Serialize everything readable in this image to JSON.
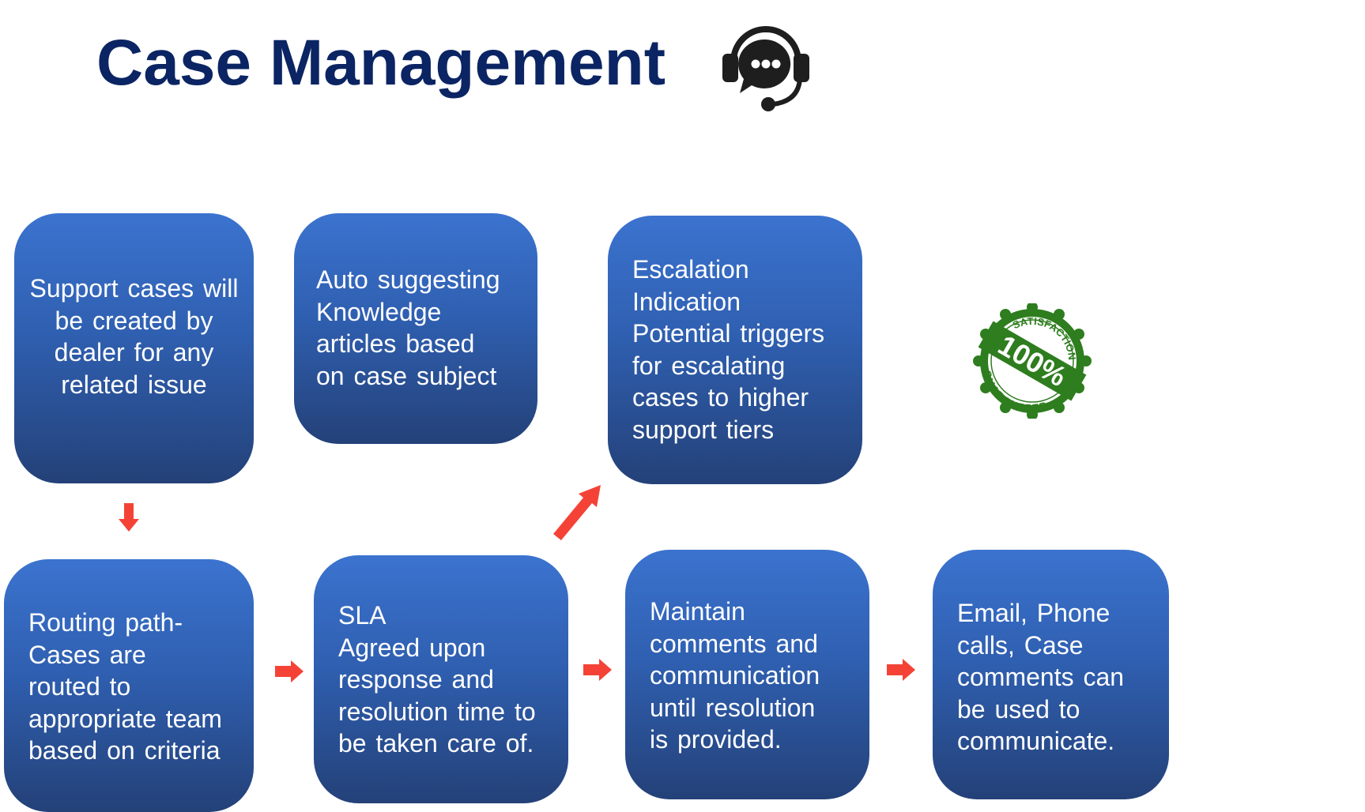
{
  "title": "Case Management",
  "icons": {
    "headset": "customer-support-headset-icon",
    "badge": "satisfaction-guaranteed-badge"
  },
  "badge": {
    "top_text": "SATISFACTION",
    "center_text": "100%",
    "bottom_text": "GUARANTEED",
    "color": "#2e7d1e"
  },
  "colors": {
    "title": "#0b2463",
    "box_top": "#3b73cf",
    "box_bottom": "#244178",
    "arrow": "#f44336",
    "box_text": "#ffffff"
  },
  "boxes": [
    {
      "id": "case-creation",
      "lines": [
        "Support cases will",
        "be created by",
        "dealer for any",
        "related issue"
      ]
    },
    {
      "id": "knowledge-articles",
      "lines": [
        "Auto suggesting",
        "Knowledge",
        "articles based",
        "on case subject"
      ]
    },
    {
      "id": "escalation",
      "lines": [
        "Escalation",
        "Indication",
        "Potential triggers",
        "for escalating",
        "cases to higher",
        "support tiers"
      ]
    },
    {
      "id": "routing",
      "lines": [
        "Routing path-",
        "Cases are",
        "routed to",
        "appropriate team",
        "based on criteria"
      ]
    },
    {
      "id": "sla",
      "lines": [
        "SLA",
        "Agreed upon",
        "response and",
        "resolution time to",
        "be taken care of."
      ]
    },
    {
      "id": "communication",
      "lines": [
        "Maintain",
        "comments and",
        "communication",
        "until resolution",
        "is provided."
      ]
    },
    {
      "id": "channels",
      "lines": [
        "Email, Phone",
        "calls, Case",
        "comments can",
        "be used to",
        "communicate."
      ]
    }
  ],
  "arrows": [
    {
      "from": "case-creation",
      "to": "routing",
      "direction": "down"
    },
    {
      "from": "routing",
      "to": "sla",
      "direction": "right"
    },
    {
      "from": "sla",
      "to": "escalation",
      "direction": "up-right"
    },
    {
      "from": "sla",
      "to": "communication",
      "direction": "right"
    },
    {
      "from": "communication",
      "to": "channels",
      "direction": "right"
    }
  ]
}
